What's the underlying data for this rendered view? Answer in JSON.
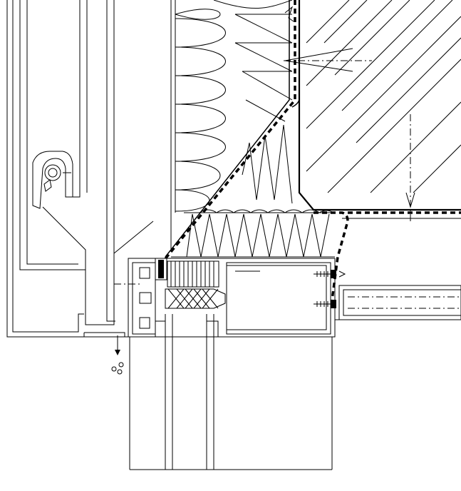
{
  "drawing": {
    "type": "construction section detail",
    "components": [
      "facade-panel-cladding",
      "panel-hanger-clip",
      "mineral-wool-insulation",
      "concrete-slab",
      "waterproof-membrane",
      "window-frame-profile",
      "glazing-unit",
      "window-sill-board",
      "fixing-screws",
      "drainage-arrow"
    ]
  }
}
